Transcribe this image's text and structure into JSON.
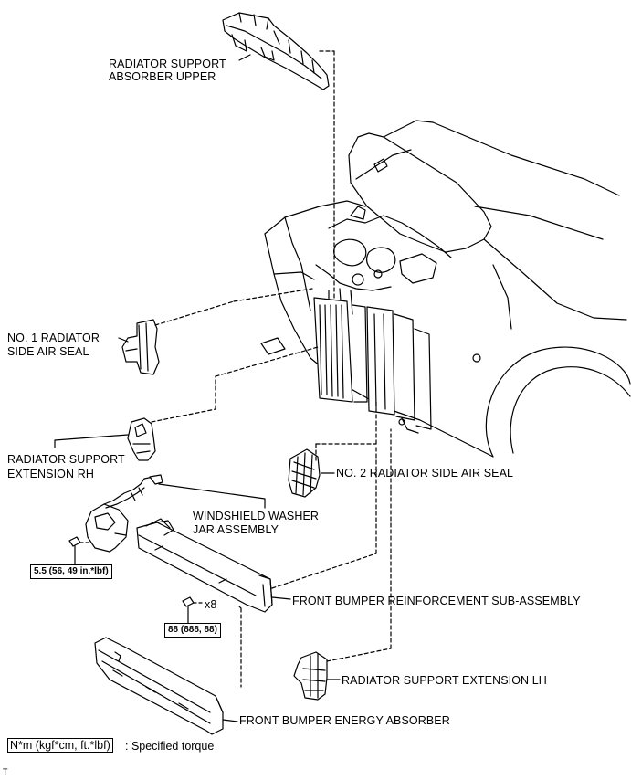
{
  "labels": {
    "absorber_upper_1": "RADIATOR SUPPORT",
    "absorber_upper_2": "ABSORBER UPPER",
    "seal1_1": "NO. 1 RADIATOR",
    "seal1_2": "SIDE AIR SEAL",
    "ext_rh_1": "RADIATOR SUPPORT",
    "ext_rh_2": "EXTENSION RH",
    "seal2": "NO. 2 RADIATOR SIDE AIR SEAL",
    "washer_1": "WINDSHIELD WASHER",
    "washer_2": "JAR ASSEMBLY",
    "reinforcement": "FRONT BUMPER REINFORCEMENT SUB-ASSEMBLY",
    "ext_lh": "RADIATOR SUPPORT EXTENSION LH",
    "energy_absorber": "FRONT BUMPER ENERGY ABSORBER",
    "qty": "x8"
  },
  "torques": {
    "washer_bolt": "5.5 (56, 49 in.*lbf)",
    "reinf_bolt": "88 (888, 88)"
  },
  "legend": {
    "unit": "N*m (kgf*cm, ft.*lbf)",
    "text": ": Specified torque"
  },
  "footer": {
    "mark": "T"
  }
}
